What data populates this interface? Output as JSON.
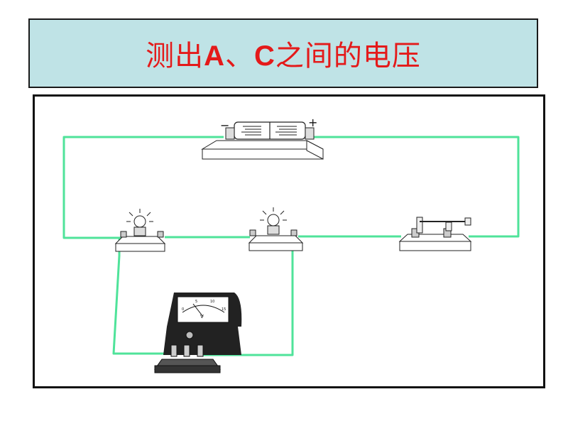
{
  "title": {
    "part1": "测出",
    "point_a": "A",
    "separator": "、",
    "point_c": "C",
    "part2": "之间的电压"
  },
  "battery": {
    "negative_sign": "−",
    "positive_sign": "+"
  },
  "voltmeter": {
    "unit_label": "V",
    "scale_labels": [
      "0",
      "5",
      "10",
      "15"
    ]
  },
  "colors": {
    "title_background": "#bfe3e6",
    "title_text": "#e41a1a",
    "wire": "#4fe39a",
    "frame": "#111111"
  },
  "icons": [
    "battery-icon",
    "bulb-icon",
    "switch-icon",
    "voltmeter-icon"
  ]
}
